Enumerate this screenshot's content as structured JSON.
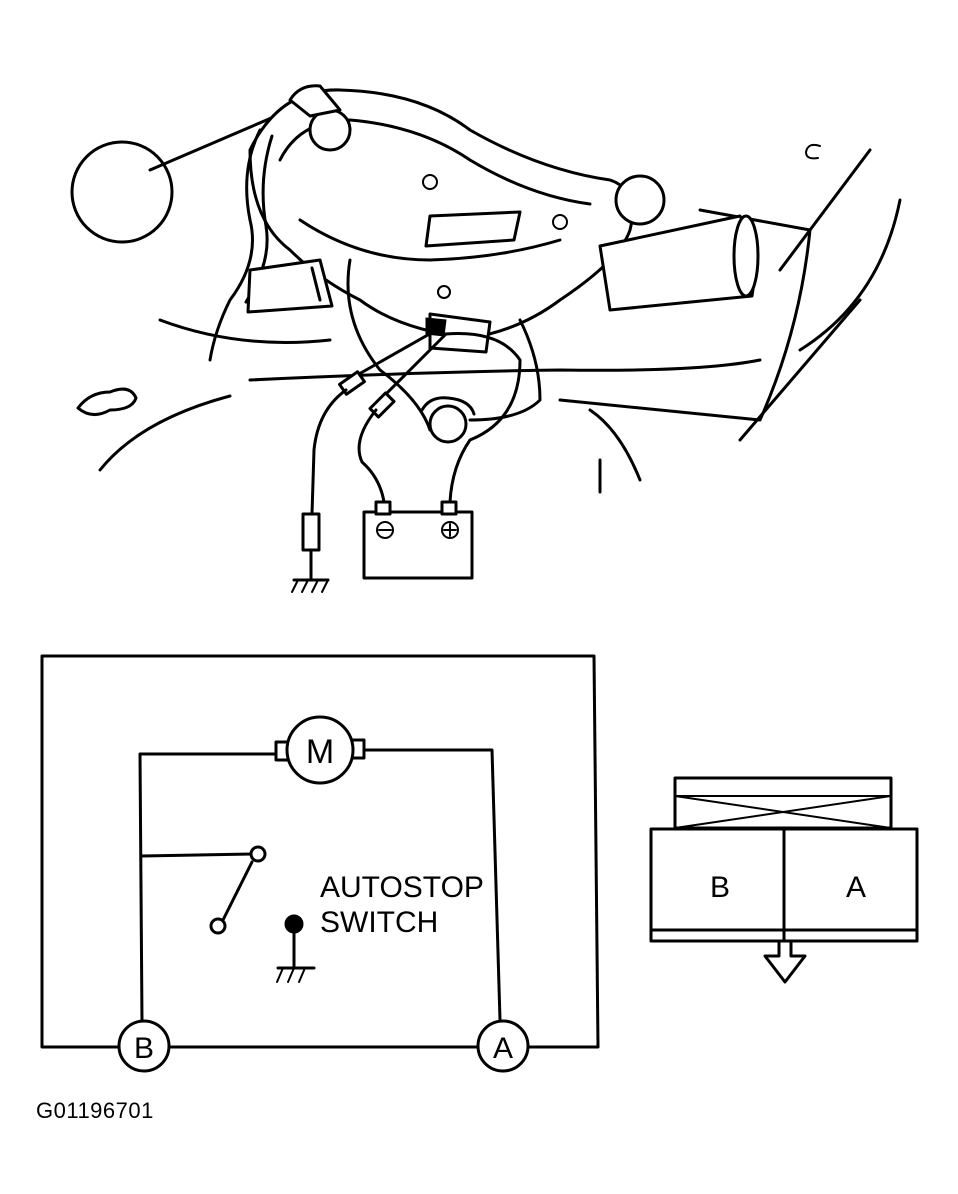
{
  "figure_code": "G01196701",
  "circuit": {
    "motor_label": "M",
    "terminal_b_label": "B",
    "terminal_a_label": "A",
    "switch_label_line1": "AUTOSTOP",
    "switch_label_line2": "SWITCH"
  },
  "connector": {
    "pin_b_label": "B",
    "pin_a_label": "A"
  }
}
